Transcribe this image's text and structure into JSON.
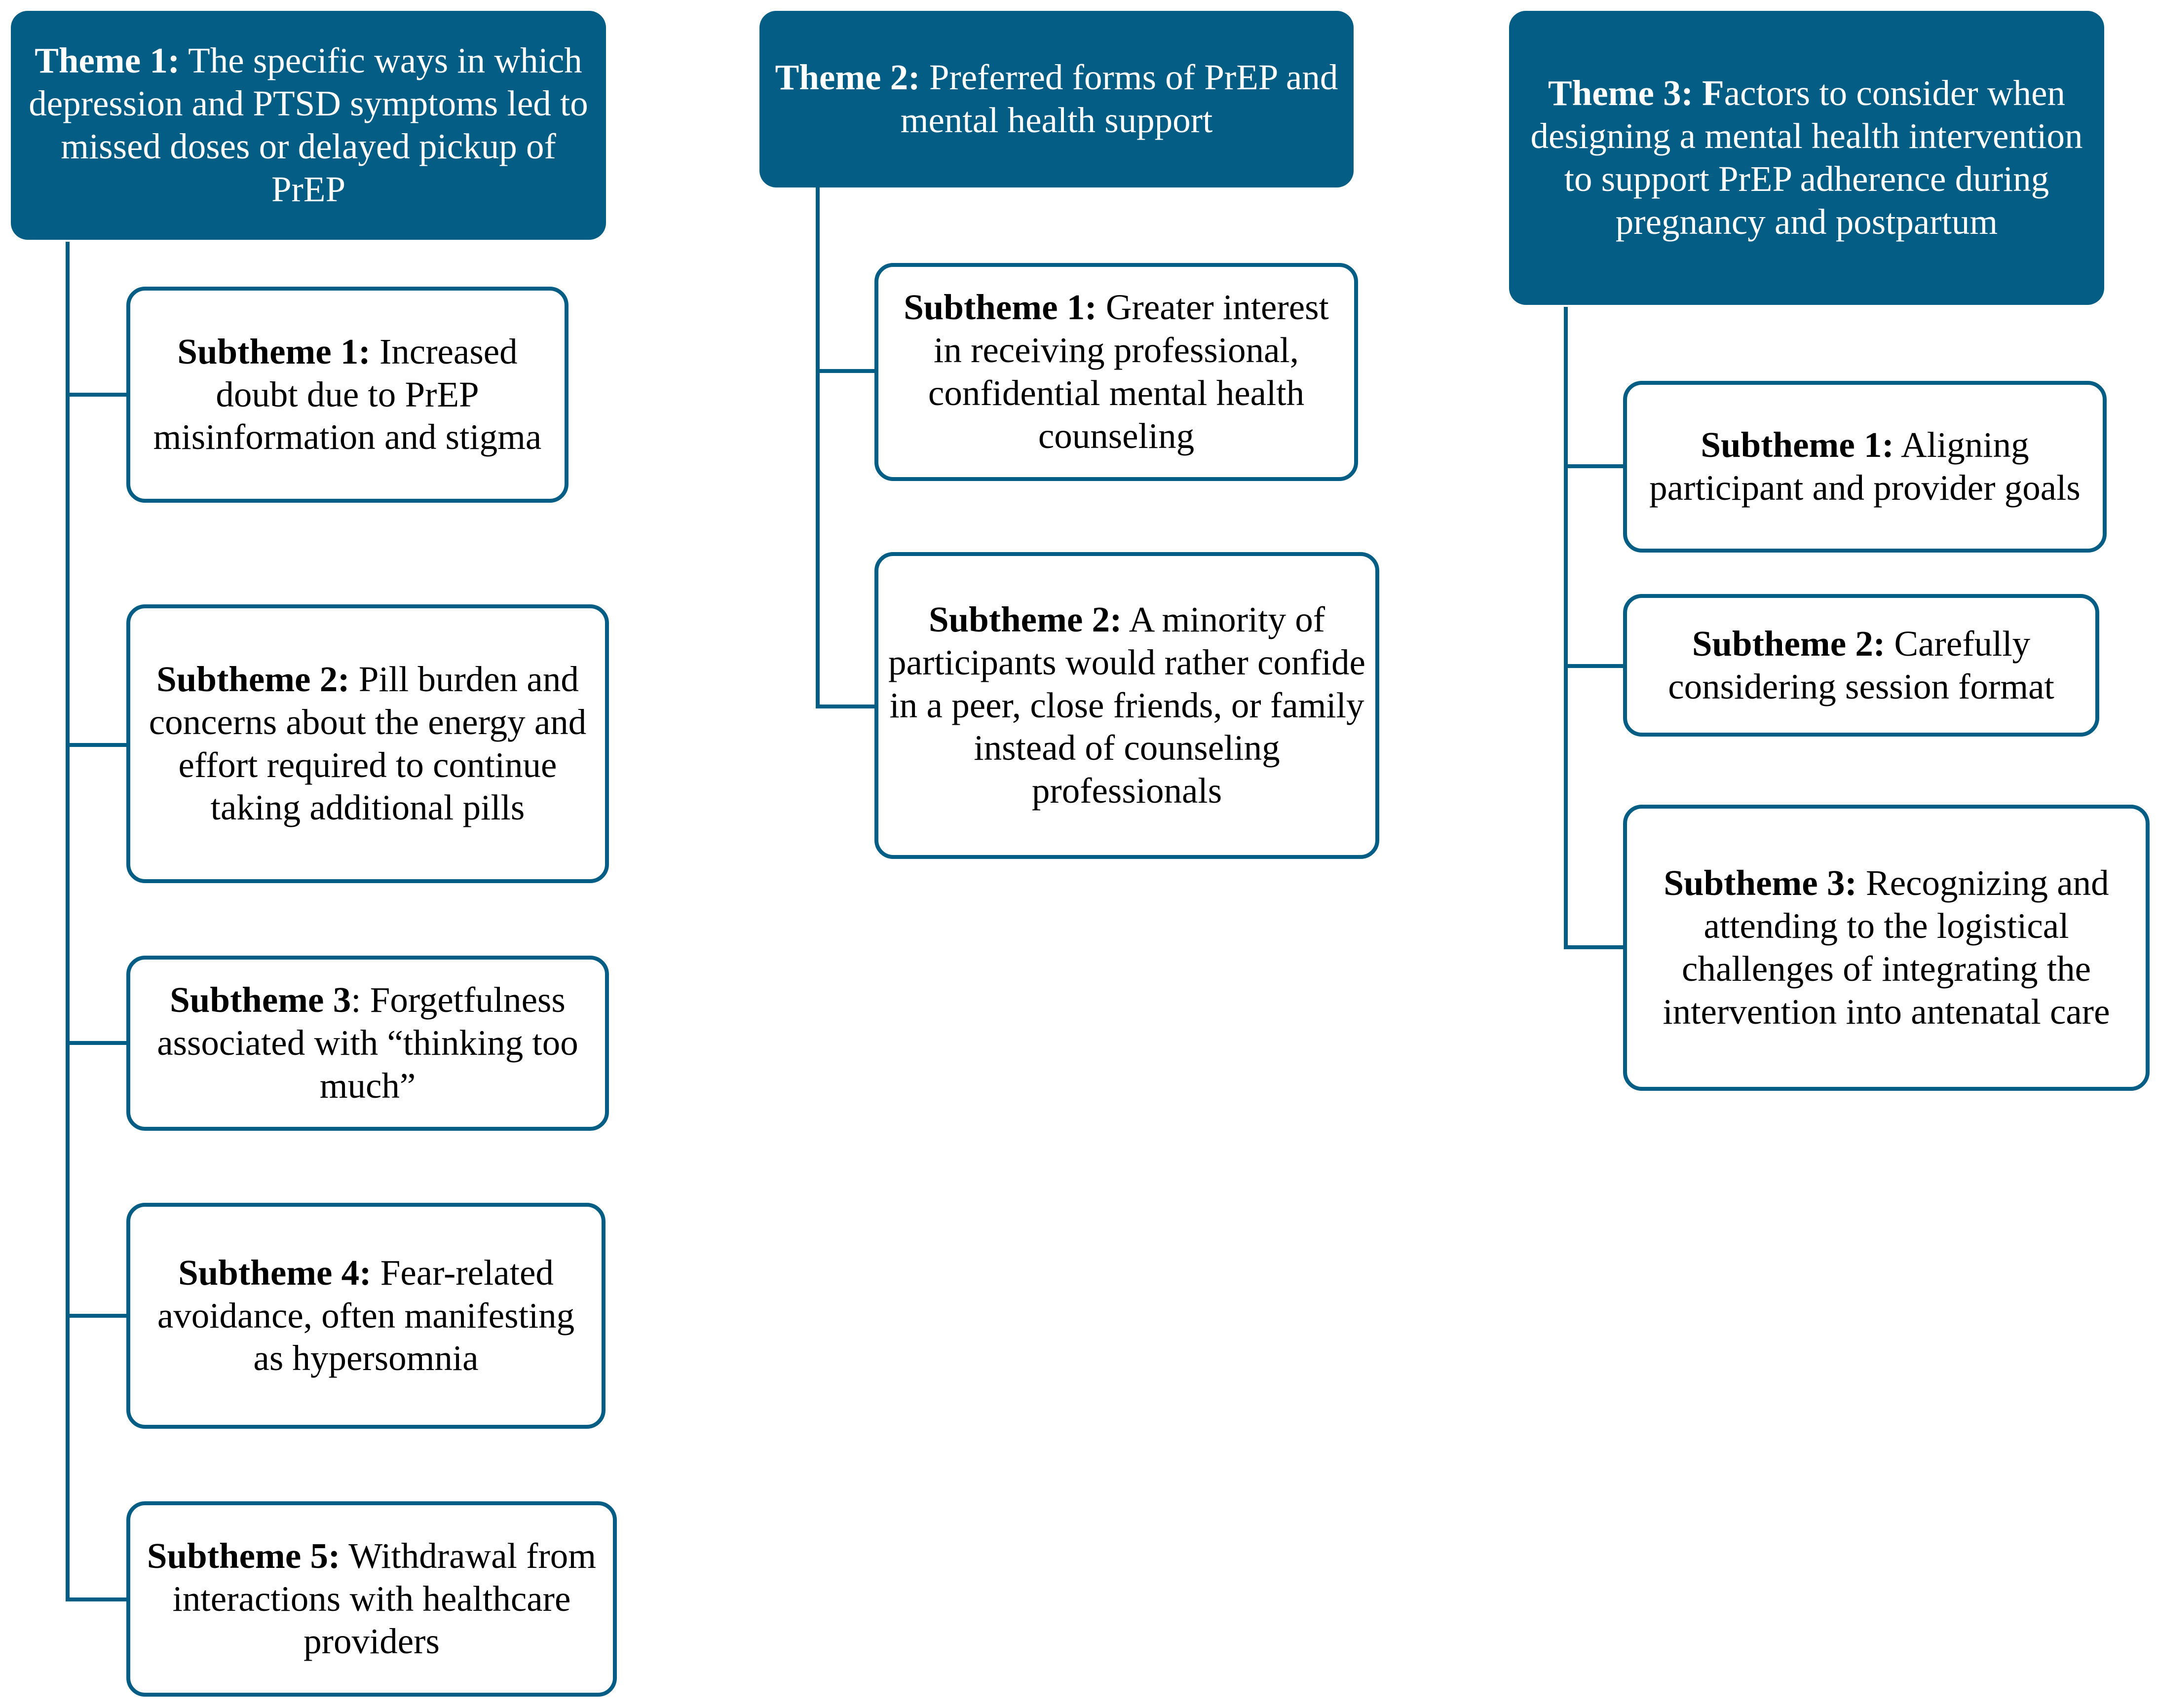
{
  "colors": {
    "theme_fill": "#035d85",
    "connector": "#035d85",
    "box_border": "#035d85"
  },
  "themes": [
    {
      "label": "Theme 1:",
      "text": " The specific ways in which depression and PTSD symptoms led to missed doses or delayed pickup of PrEP",
      "subthemes": [
        {
          "label": "Subtheme 1:",
          "text": " Increased doubt due to PrEP misinformation and stigma"
        },
        {
          "label": "Subtheme 2:",
          "text": " Pill burden and concerns about the energy and effort required to continue taking additional pills"
        },
        {
          "label": "Subtheme 3",
          "text": ": Forgetfulness associated with “thinking too much”"
        },
        {
          "label": "Subtheme 4:",
          "text": " Fear-related avoidance, often manifesting as hypersomnia"
        },
        {
          "label": "Subtheme 5:",
          "text": " Withdrawal from interactions with healthcare providers"
        }
      ]
    },
    {
      "label": "Theme 2:",
      "text": " Preferred forms of PrEP and mental health support",
      "subthemes": [
        {
          "label": "Subtheme 1:",
          "text": " Greater interest in receiving professional, confidential mental health counseling"
        },
        {
          "label": "Subtheme 2:",
          "text": " A minority of participants would rather confide in a peer, close friends, or family instead of counseling professionals"
        }
      ]
    },
    {
      "label": "Theme 3: F",
      "text": "actors to consider when designing a mental health intervention to support PrEP adherence during pregnancy and postpartum",
      "subthemes": [
        {
          "label": "Subtheme 1:",
          "text": " Aligning participant and provider goals"
        },
        {
          "label": "Subtheme 2:",
          "text": " Carefully considering session format"
        },
        {
          "label": "Subtheme 3:",
          "text": " Recognizing and attending to the logistical challenges of integrating the intervention into antenatal care"
        }
      ]
    }
  ]
}
